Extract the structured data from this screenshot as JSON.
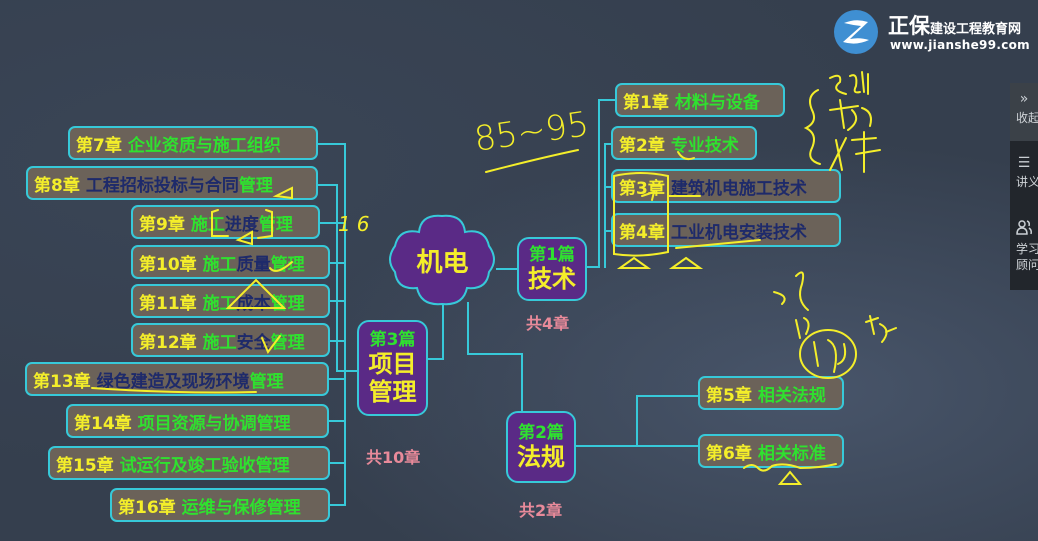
{
  "root": {
    "label": "机电"
  },
  "parts": [
    {
      "id": "p1",
      "num": "第1篇",
      "title": "技术",
      "count": "共4章"
    },
    {
      "id": "p2",
      "num": "第2篇",
      "title": "法规",
      "count": "共2章"
    },
    {
      "id": "p3",
      "num": "第3篇",
      "title_line1": "项目",
      "title_line2": "管理",
      "count": "共10章"
    }
  ],
  "chapters_part1": [
    {
      "num": "第1章",
      "segments": [
        {
          "t": "材料与设备",
          "c": "g"
        }
      ]
    },
    {
      "num": "第2章",
      "segments": [
        {
          "t": "专业技术",
          "c": "g"
        }
      ]
    },
    {
      "num": "第3章",
      "segments": [
        {
          "t": "建筑机电施工技术",
          "c": "b"
        }
      ]
    },
    {
      "num": "第4章",
      "segments": [
        {
          "t": "工业机电安装技术",
          "c": "b"
        }
      ]
    }
  ],
  "chapters_part2": [
    {
      "num": "第5章",
      "segments": [
        {
          "t": "相关法规",
          "c": "g"
        }
      ]
    },
    {
      "num": "第6章",
      "segments": [
        {
          "t": "相关标准",
          "c": "g"
        }
      ]
    }
  ],
  "chapters_part3": [
    {
      "num": "第7章",
      "segments": [
        {
          "t": "企业资质与施工组织",
          "c": "g"
        }
      ]
    },
    {
      "num": "第8章",
      "segments": [
        {
          "t": "工程招标投标与合同",
          "c": "b"
        },
        {
          "t": "管理",
          "c": "g"
        }
      ]
    },
    {
      "num": "第9章",
      "segments": [
        {
          "t": "施工",
          "c": "g"
        },
        {
          "t": "进度",
          "c": "b"
        },
        {
          "t": "管理",
          "c": "g"
        }
      ]
    },
    {
      "num": "第10章",
      "segments": [
        {
          "t": "施工",
          "c": "g"
        },
        {
          "t": "质量",
          "c": "b"
        },
        {
          "t": "管理",
          "c": "g"
        }
      ]
    },
    {
      "num": "第11章",
      "segments": [
        {
          "t": "施工",
          "c": "g"
        },
        {
          "t": "成本",
          "c": "b"
        },
        {
          "t": "管理",
          "c": "g"
        }
      ]
    },
    {
      "num": "第12章",
      "segments": [
        {
          "t": "施工",
          "c": "g"
        },
        {
          "t": "安全",
          "c": "b"
        },
        {
          "t": "管理",
          "c": "g"
        }
      ]
    },
    {
      "num": "第13章",
      "segments": [
        {
          "t": "绿色建造及现场环境",
          "c": "b"
        },
        {
          "t": "管理",
          "c": "g"
        }
      ]
    },
    {
      "num": "第14章",
      "segments": [
        {
          "t": "项目资源与协调管理",
          "c": "g"
        }
      ]
    },
    {
      "num": "第15章",
      "segments": [
        {
          "t": "试运行及竣工验收管理",
          "c": "g"
        }
      ]
    },
    {
      "num": "第16章",
      "segments": [
        {
          "t": "运维与保修管理",
          "c": "g"
        }
      ]
    }
  ],
  "annotations": {
    "score_range": "85~95",
    "number_16": "16"
  },
  "logo": {
    "brand": "正保",
    "subtitle": "建设工程教育网",
    "url": "www.jianshe99.com"
  },
  "sidebar": {
    "items": [
      {
        "icon": "»",
        "label": "收起"
      },
      {
        "icon": "☰",
        "label": "讲义"
      },
      {
        "icon": "👥",
        "label": "学习顾问"
      }
    ]
  },
  "colors": {
    "background": "#353f4e",
    "border": "#37c9d9",
    "box_fill": "#6b6259",
    "part_fill": "#5a2a86",
    "chapter_num": "#f4ee2a",
    "green_text": "#2fe12f",
    "blue_text": "#1e2a6a",
    "count_text": "#e88a9a",
    "annotation": "#f4ee2a"
  }
}
